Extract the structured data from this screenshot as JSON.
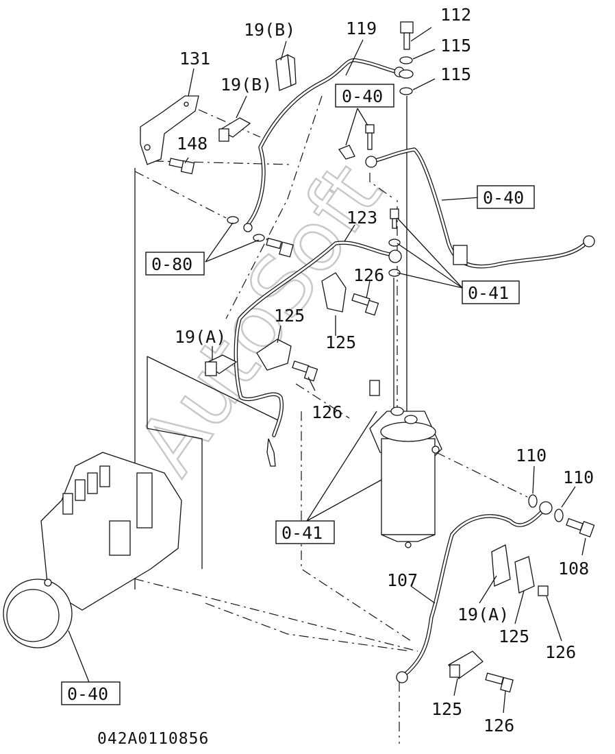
{
  "diagram": {
    "code": "042A0110856",
    "watermark": "AutoSoft",
    "part_labels": {
      "p112": "112",
      "p115a": "115",
      "p115b": "115",
      "p119": "119",
      "p19b_top": "19(B)",
      "p19b_mid": "19(B)",
      "p131": "131",
      "p148": "148",
      "p123": "123",
      "p126_a": "126",
      "p125_a": "125",
      "p125_b": "125",
      "p19a_left": "19(A)",
      "p126_b": "126",
      "p110_a": "110",
      "p110_b": "110",
      "p108": "108",
      "p107": "107",
      "p19a_right": "19(A)",
      "p125_c": "125",
      "p126_c": "126",
      "p125_d": "125",
      "p126_d": "126"
    },
    "ref_boxes": {
      "r040_top": "0-40",
      "r040_right": "0-40",
      "r080": "0-80",
      "r041_right": "0-41",
      "r041_bottom": "0-41",
      "r040_bottom": "0-40"
    }
  }
}
